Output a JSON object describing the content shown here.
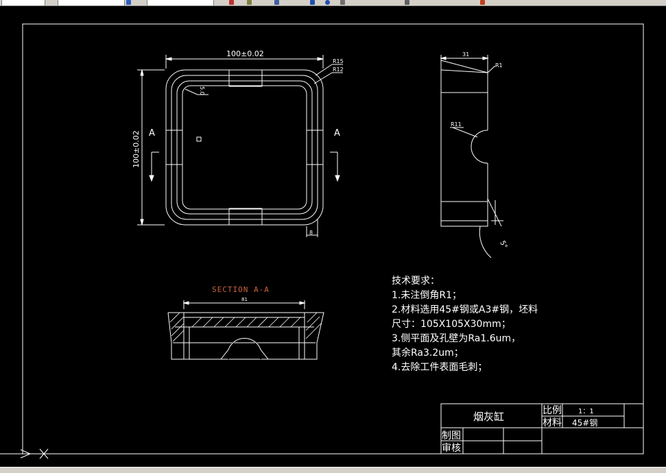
{
  "drawing": {
    "width_dim": "100±0.02",
    "height_dim": "100±0.02",
    "radius_outer": "R15",
    "radius_inner": "R12",
    "chamfer_label": "5.0",
    "section_mark_left": "A",
    "section_mark_right": "A",
    "wall_dim": "8",
    "side_width_dim": "31",
    "side_radius_top": "R1",
    "side_radius_hole": "R11",
    "side_angle": "5°",
    "section_title": "SECTION A-A",
    "section_dim": "81"
  },
  "tech_notes": {
    "title": "技术要求：",
    "lines": [
      "1.未注倒角R1；",
      "2.材料选用45#钢或A3#钢，坯料",
      "尺寸：105X105X30mm；",
      "3.侧平面及孔壁为Ra1.6um，",
      "其余Ra3.2um；",
      "4.去除工件表面毛刺；"
    ]
  },
  "title_block": {
    "part_name": "烟灰缸",
    "scale_label": "比例",
    "scale_value": "1：1",
    "material_label": "材料",
    "material_value": "45#钢",
    "drawn_label": "制图",
    "checked_label": "审核"
  },
  "colors": {
    "background": "#000000",
    "lines": "#ffffff",
    "section_title": "#c86440",
    "toolbar": "#d4d0c8"
  }
}
